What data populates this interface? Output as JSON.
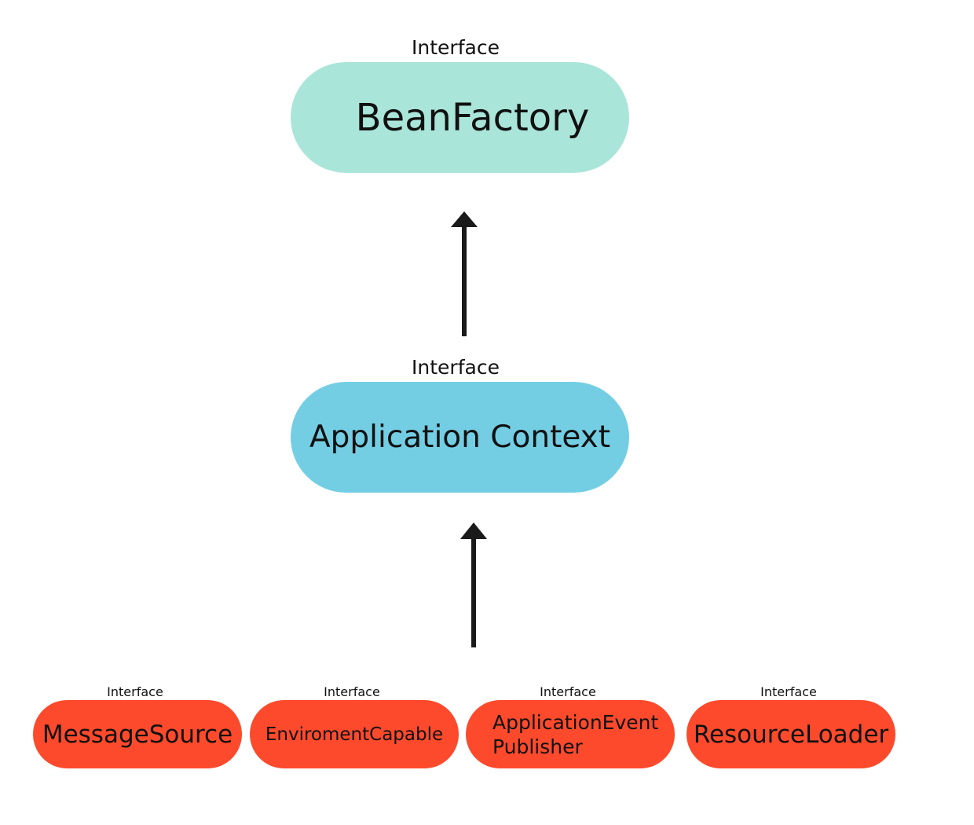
{
  "colors": {
    "bean_factory": "#aae5d9",
    "application_context": "#73cee4",
    "sub_interfaces": "#fd4a2c",
    "arrow": "#1a1a1a"
  },
  "nodes": {
    "bean_factory": {
      "tag": "Interface",
      "label": "BeanFactory"
    },
    "application_context": {
      "tag": "Interface",
      "label": "Application Context"
    },
    "message_source": {
      "tag": "Interface",
      "label": "MessageSource"
    },
    "enviroment_capable": {
      "tag": "Interface",
      "label": "EnviromentCapable"
    },
    "application_event_publisher": {
      "tag": "Interface",
      "label": "ApplicationEvent\nPublisher"
    },
    "resource_loader": {
      "tag": "Interface",
      "label": "ResourceLoader"
    }
  },
  "edges": [
    {
      "from": "application_context",
      "to": "bean_factory"
    },
    {
      "from": "sub_interfaces",
      "to": "application_context"
    }
  ]
}
